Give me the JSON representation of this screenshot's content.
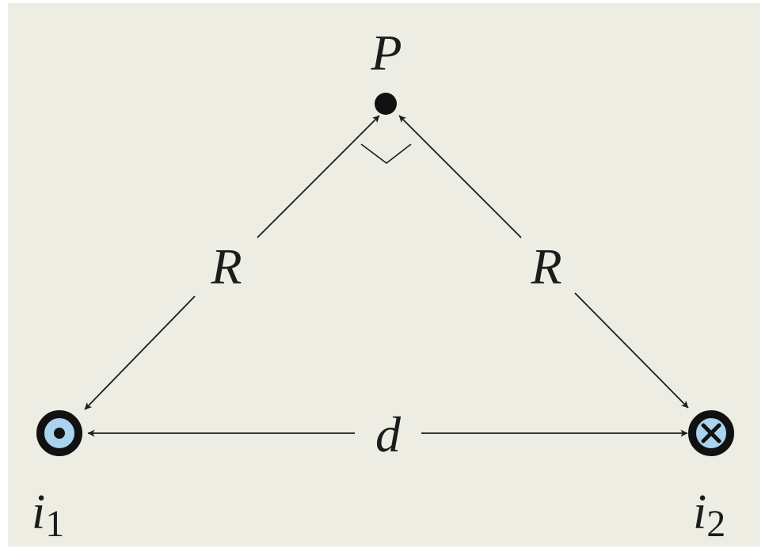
{
  "labels": {
    "point": "P",
    "distance_left": "R",
    "distance_right": "R",
    "separation": "d",
    "wire1_symbol": "i",
    "wire1_subscript": "1",
    "wire2_symbol": "i",
    "wire2_subscript": "2"
  },
  "wires": [
    {
      "name": "i1",
      "current_direction": "out-of-page"
    },
    {
      "name": "i2",
      "current_direction": "into-page"
    }
  ],
  "right_angle_at": "P",
  "colors": {
    "background": "#edede3",
    "line": "#1c1c1c",
    "wire_fill": "#a9d3ef"
  }
}
